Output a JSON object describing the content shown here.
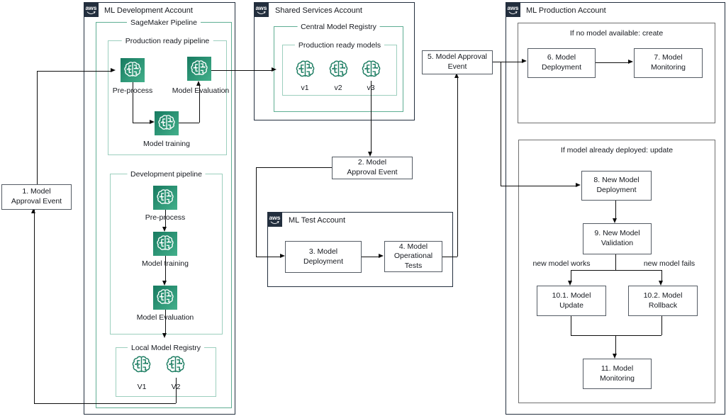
{
  "branding": {
    "aws_logo_text": "aws"
  },
  "accounts": {
    "development": "ML Development Account",
    "shared": "Shared Services Account",
    "test": "ML Test Account",
    "production": "ML Production Account"
  },
  "groups": {
    "sagemaker_pipeline": "SageMaker Pipeline",
    "production_ready_pipeline": "Production ready pipeline",
    "development_pipeline": "Development pipeline",
    "local_model_registry": "Local Model Registry",
    "central_model_registry": "Central Model Registry",
    "production_ready_models": "Production ready models",
    "create_condition": "If no model available: create",
    "update_condition": "If model already deployed: update"
  },
  "pipeline_steps": {
    "prod_preprocess": "Pre-process",
    "prod_evaluation": "Model Evaluation",
    "prod_training": "Model training",
    "dev_preprocess": "Pre-process",
    "dev_training": "Model training",
    "dev_evaluation": "Model Evaluation"
  },
  "model_versions": {
    "local": [
      "V1",
      "V2"
    ],
    "central": [
      "v1",
      "v2",
      "v3"
    ]
  },
  "nodes": {
    "n1": "1. Model\nApproval Event",
    "n2": "2. Model\nApproval Event",
    "n3": "3. Model\nDeployment",
    "n4": "4. Model\nOperational\nTests",
    "n5": "5. Model Approval\nEvent",
    "n6": "6. Model\nDeployment",
    "n7": "7. Model\nMonitoring",
    "n8": "8. New Model\nDeployment",
    "n9": "9. New Model\nValidation",
    "n10_1": "10.1. Model\nUpdate",
    "n10_2": "10.2. Model\nRollback",
    "n11": "11. Model\nMonitoring"
  },
  "edge_labels": {
    "works": "new model works",
    "fails": "new model fails"
  },
  "colors": {
    "account_border": "#232f3e",
    "group_teal": "#5fae93",
    "group_teal_light": "#9ccfbe",
    "condition_border": "#707070",
    "node_border": "#545b64",
    "icon_gradient_start": "#177a60",
    "icon_gradient_end": "#43b08b",
    "outline_icon": "#1e7e63",
    "edge": "#0d0d0d"
  }
}
